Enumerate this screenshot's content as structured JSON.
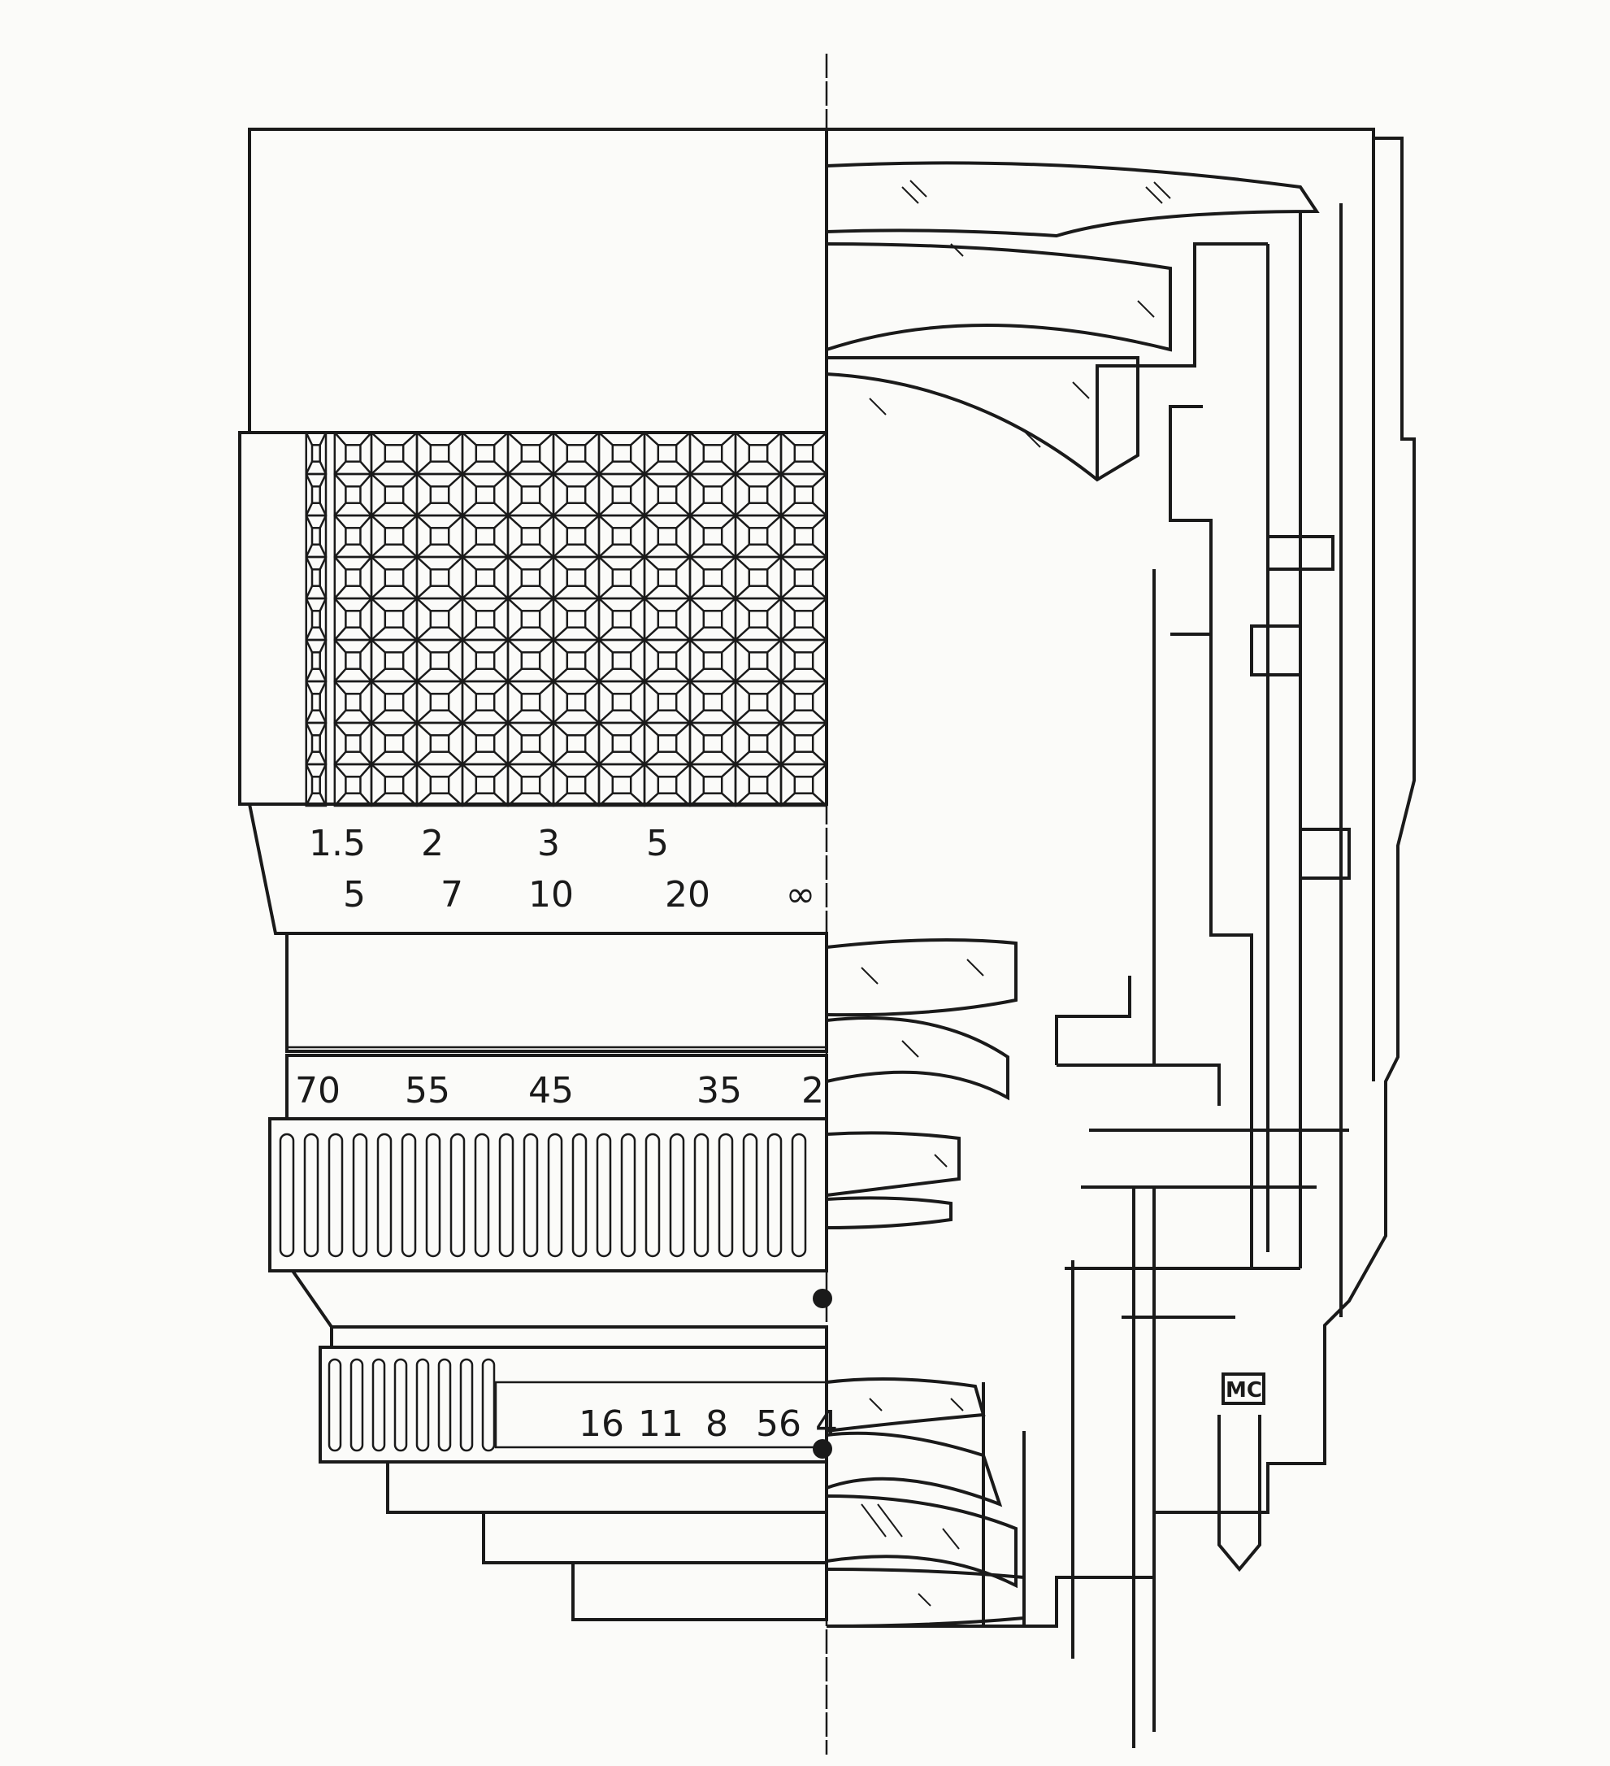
{
  "diagram": {
    "distance_scale": {
      "feet_row": [
        "1.5",
        "2",
        "3",
        "5"
      ],
      "meters_row": [
        "5",
        "7",
        "10",
        "20"
      ],
      "infinity_mark": "∞"
    },
    "focal_length_scale": [
      "70",
      "55",
      "45",
      "35",
      "2"
    ],
    "aperture_scale": [
      "16",
      "11",
      "8",
      "56",
      "4"
    ],
    "mount_label": "MC"
  }
}
